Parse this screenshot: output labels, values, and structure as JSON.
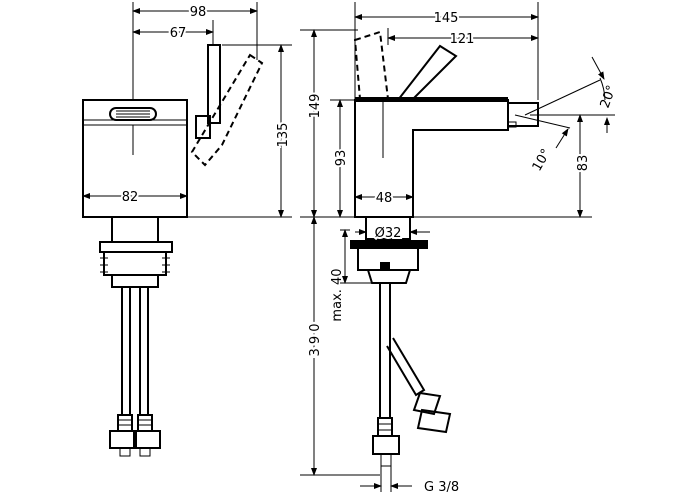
{
  "dimensions": {
    "front_width_total": "98",
    "front_lever_offset": "67",
    "front_body_width": "82",
    "front_height": "135",
    "side_total_length": "145",
    "side_lever_length": "121",
    "side_height_149": "149",
    "side_spout_height": "93",
    "side_base_width": "48",
    "side_spout_offset": "83",
    "angle_up": "20°",
    "angle_down": "10°",
    "hole_diameter": "Ø32",
    "max_thickness": "max. 40",
    "hose_length": "3 9 0",
    "thread": "G 3/8"
  }
}
